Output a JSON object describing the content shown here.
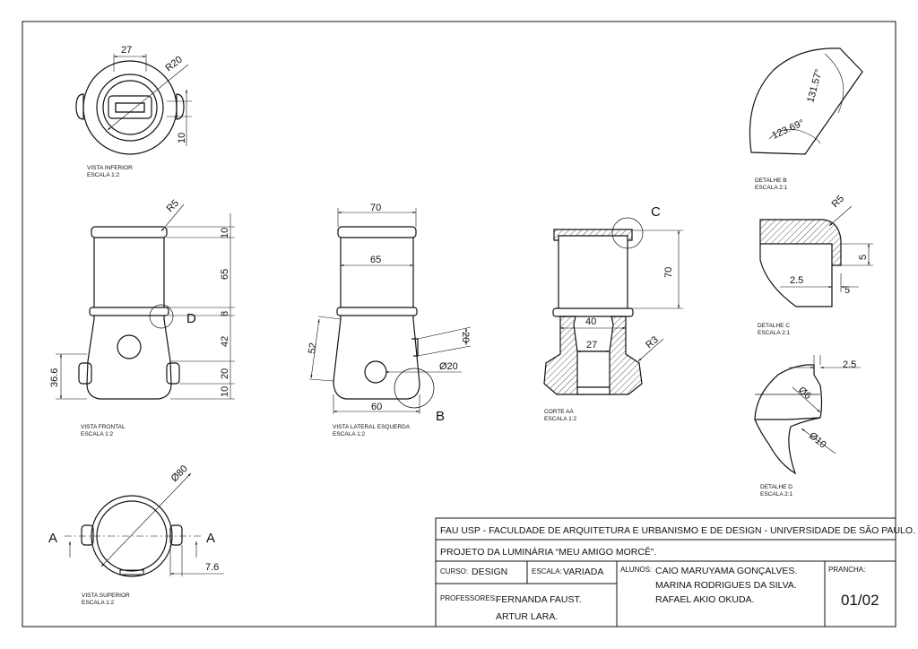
{
  "views": {
    "inferior": {
      "label": "VISTA INFERIOR",
      "scale": "ESCALA 1:2",
      "dims": [
        "27",
        "R20",
        "10"
      ]
    },
    "frontal": {
      "label": "VISTA FRONTAL",
      "scale": "ESCALA 1:2",
      "dims": [
        "R5",
        "10",
        "65",
        "8",
        "42",
        "20",
        "10",
        "36.6"
      ],
      "callout": "D"
    },
    "lateral": {
      "label": "VISTA LATERAL ESQUERDA",
      "scale": "ESCALA 1:2",
      "dims": [
        "70",
        "65",
        "52",
        "20",
        "Ø20",
        "60"
      ],
      "callout": "B"
    },
    "corte": {
      "label": "CORTE AA",
      "scale": "ESCALA 1:2",
      "dims": [
        "70",
        "40",
        "27",
        "R3"
      ],
      "callout": "C"
    },
    "superior": {
      "label": "VISTA SUPERIOR",
      "scale": "ESCALA 1:2",
      "dims": [
        "Ø80",
        "7.6"
      ],
      "section_marks": [
        "A",
        "A"
      ]
    },
    "detalhe_b": {
      "label": "DETALHE B",
      "scale": "ESCALA 2:1",
      "dims": [
        "131.57°",
        "123.69°"
      ]
    },
    "detalhe_c": {
      "label": "DETALHE C",
      "scale": "ESCALA 2:1",
      "dims": [
        "R5",
        "5",
        "2.5",
        "5"
      ]
    },
    "detalhe_d": {
      "label": "DETALHE D",
      "scale": "ESCALA 2:1",
      "dims": [
        "2.5",
        "Ø6",
        "Ø10"
      ]
    }
  },
  "title_block": {
    "institution": "FAU USP - FACULDADE DE ARQUITETURA E URBANISMO E DE DESIGN - UNIVERSIDADE DE SÃO PAULO.",
    "project": "PROJETO DA LUMINÁRIA “MEU AMIGO MORCÊ”.",
    "curso_label": "CURSO:",
    "curso_value": "DESIGN",
    "escala_label": "ESCALA:",
    "escala_value": "VARIADA",
    "alunos_label": "ALUNOS:",
    "alunos": [
      "CAIO MARUYAMA GONÇALVES.",
      "MARINA RODRIGUES DA SILVA.",
      "RAFAEL AKIO OKUDA."
    ],
    "prancha_label": "PRANCHA:",
    "prancha_value": "01/02",
    "professores_label": "PROFESSORES:",
    "professores": [
      "FERNANDA FAUST.",
      "ARTUR LARA."
    ]
  }
}
